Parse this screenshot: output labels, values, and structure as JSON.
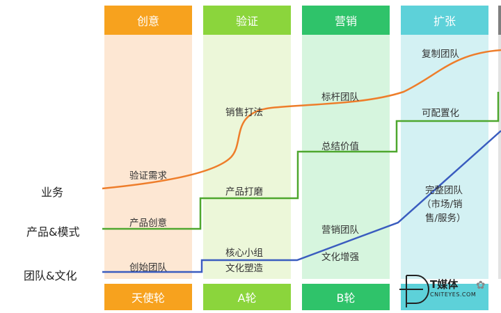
{
  "colors": {
    "orange": "#f7a21e",
    "green": "#8bd53c",
    "teal": "#2fc36a",
    "cyan": "#5dd1d9",
    "orange_bg": "#fde7d3",
    "green_bg": "#ecf7d9",
    "teal_bg": "#d6f5de",
    "cyan_bg": "#d3f1f3",
    "line_business": "#ee7d2a",
    "line_product": "#4ea72e",
    "line_team": "#3a5cbf"
  },
  "stages": [
    {
      "header": "创意",
      "round": "天使轮"
    },
    {
      "header": "验证",
      "round": "A轮"
    },
    {
      "header": "营销",
      "round": "B轮"
    },
    {
      "header": "扩张",
      "round": ""
    }
  ],
  "rows": {
    "business": "业务",
    "product": "产品&模式",
    "team": "团队&文化"
  },
  "labels": {
    "verify_needs": "验证需求",
    "product_idea": "产品创意",
    "founding_team": "创始团队",
    "sales_method": "销售打法",
    "product_polish": "产品打磨",
    "core_group": "核心小组",
    "culture_build": "文化塑造",
    "benchmark_team": "标杆团队",
    "summarize_value": "总结价值",
    "marketing_team": "营销团队",
    "culture_enhance": "文化增强",
    "replicate_team": "复制团队",
    "configurable": "可配置化",
    "complete_team_1": "完整团队",
    "complete_team_2": "（市场/销",
    "complete_team_3": "售/服务）"
  },
  "watermark": {
    "title": "T媒体",
    "subtitle": "CNITEYES.COM"
  }
}
